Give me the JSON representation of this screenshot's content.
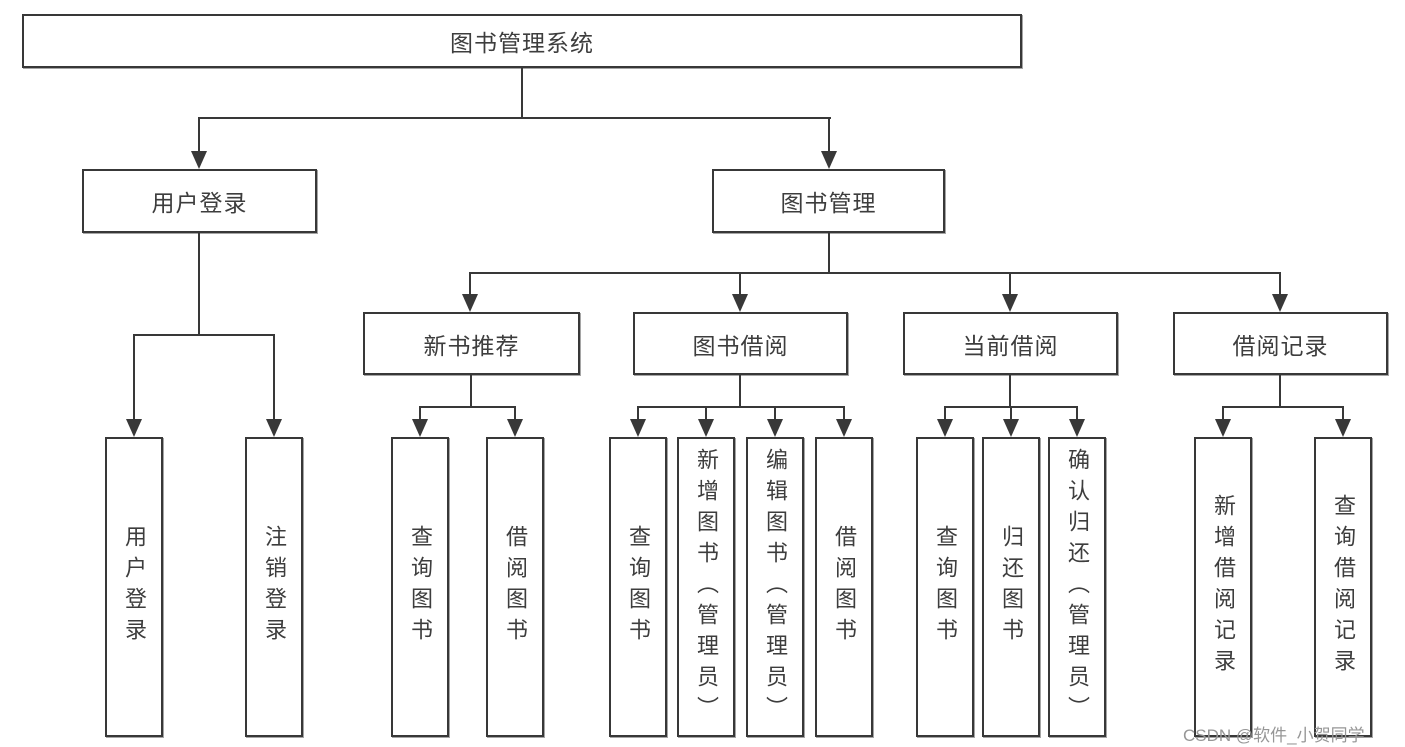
{
  "diagram": {
    "nodes": {
      "root": "图书管理系统",
      "user_login": "用户登录",
      "book_mgmt": "图书管理",
      "new_book": "新书推荐",
      "book_borrow": "图书借阅",
      "current_borrow": "当前借阅",
      "borrow_record": "借阅记录",
      "leaf_user_login": "用户登录",
      "leaf_logout": "注销登录",
      "leaf_nb_query": "查询图书",
      "leaf_nb_borrow": "借阅图书",
      "leaf_bb_query": "查询图书",
      "leaf_bb_add": "新增图书（管理员）",
      "leaf_bb_edit": "编辑图书（管理员）",
      "leaf_bb_borrow": "借阅图书",
      "leaf_cb_query": "查询图书",
      "leaf_cb_return": "归还图书",
      "leaf_cb_confirm": "确认归还（管理员）",
      "leaf_br_add": "新增借阅记录",
      "leaf_br_query": "查询借阅记录"
    }
  },
  "watermark": "CSDN @软件_小贺同学",
  "colors": {
    "line": "#383838",
    "box_border": "#383838",
    "label_text": "#3d3d3d",
    "watermark_text": "#969696",
    "background": "#ffffff"
  }
}
